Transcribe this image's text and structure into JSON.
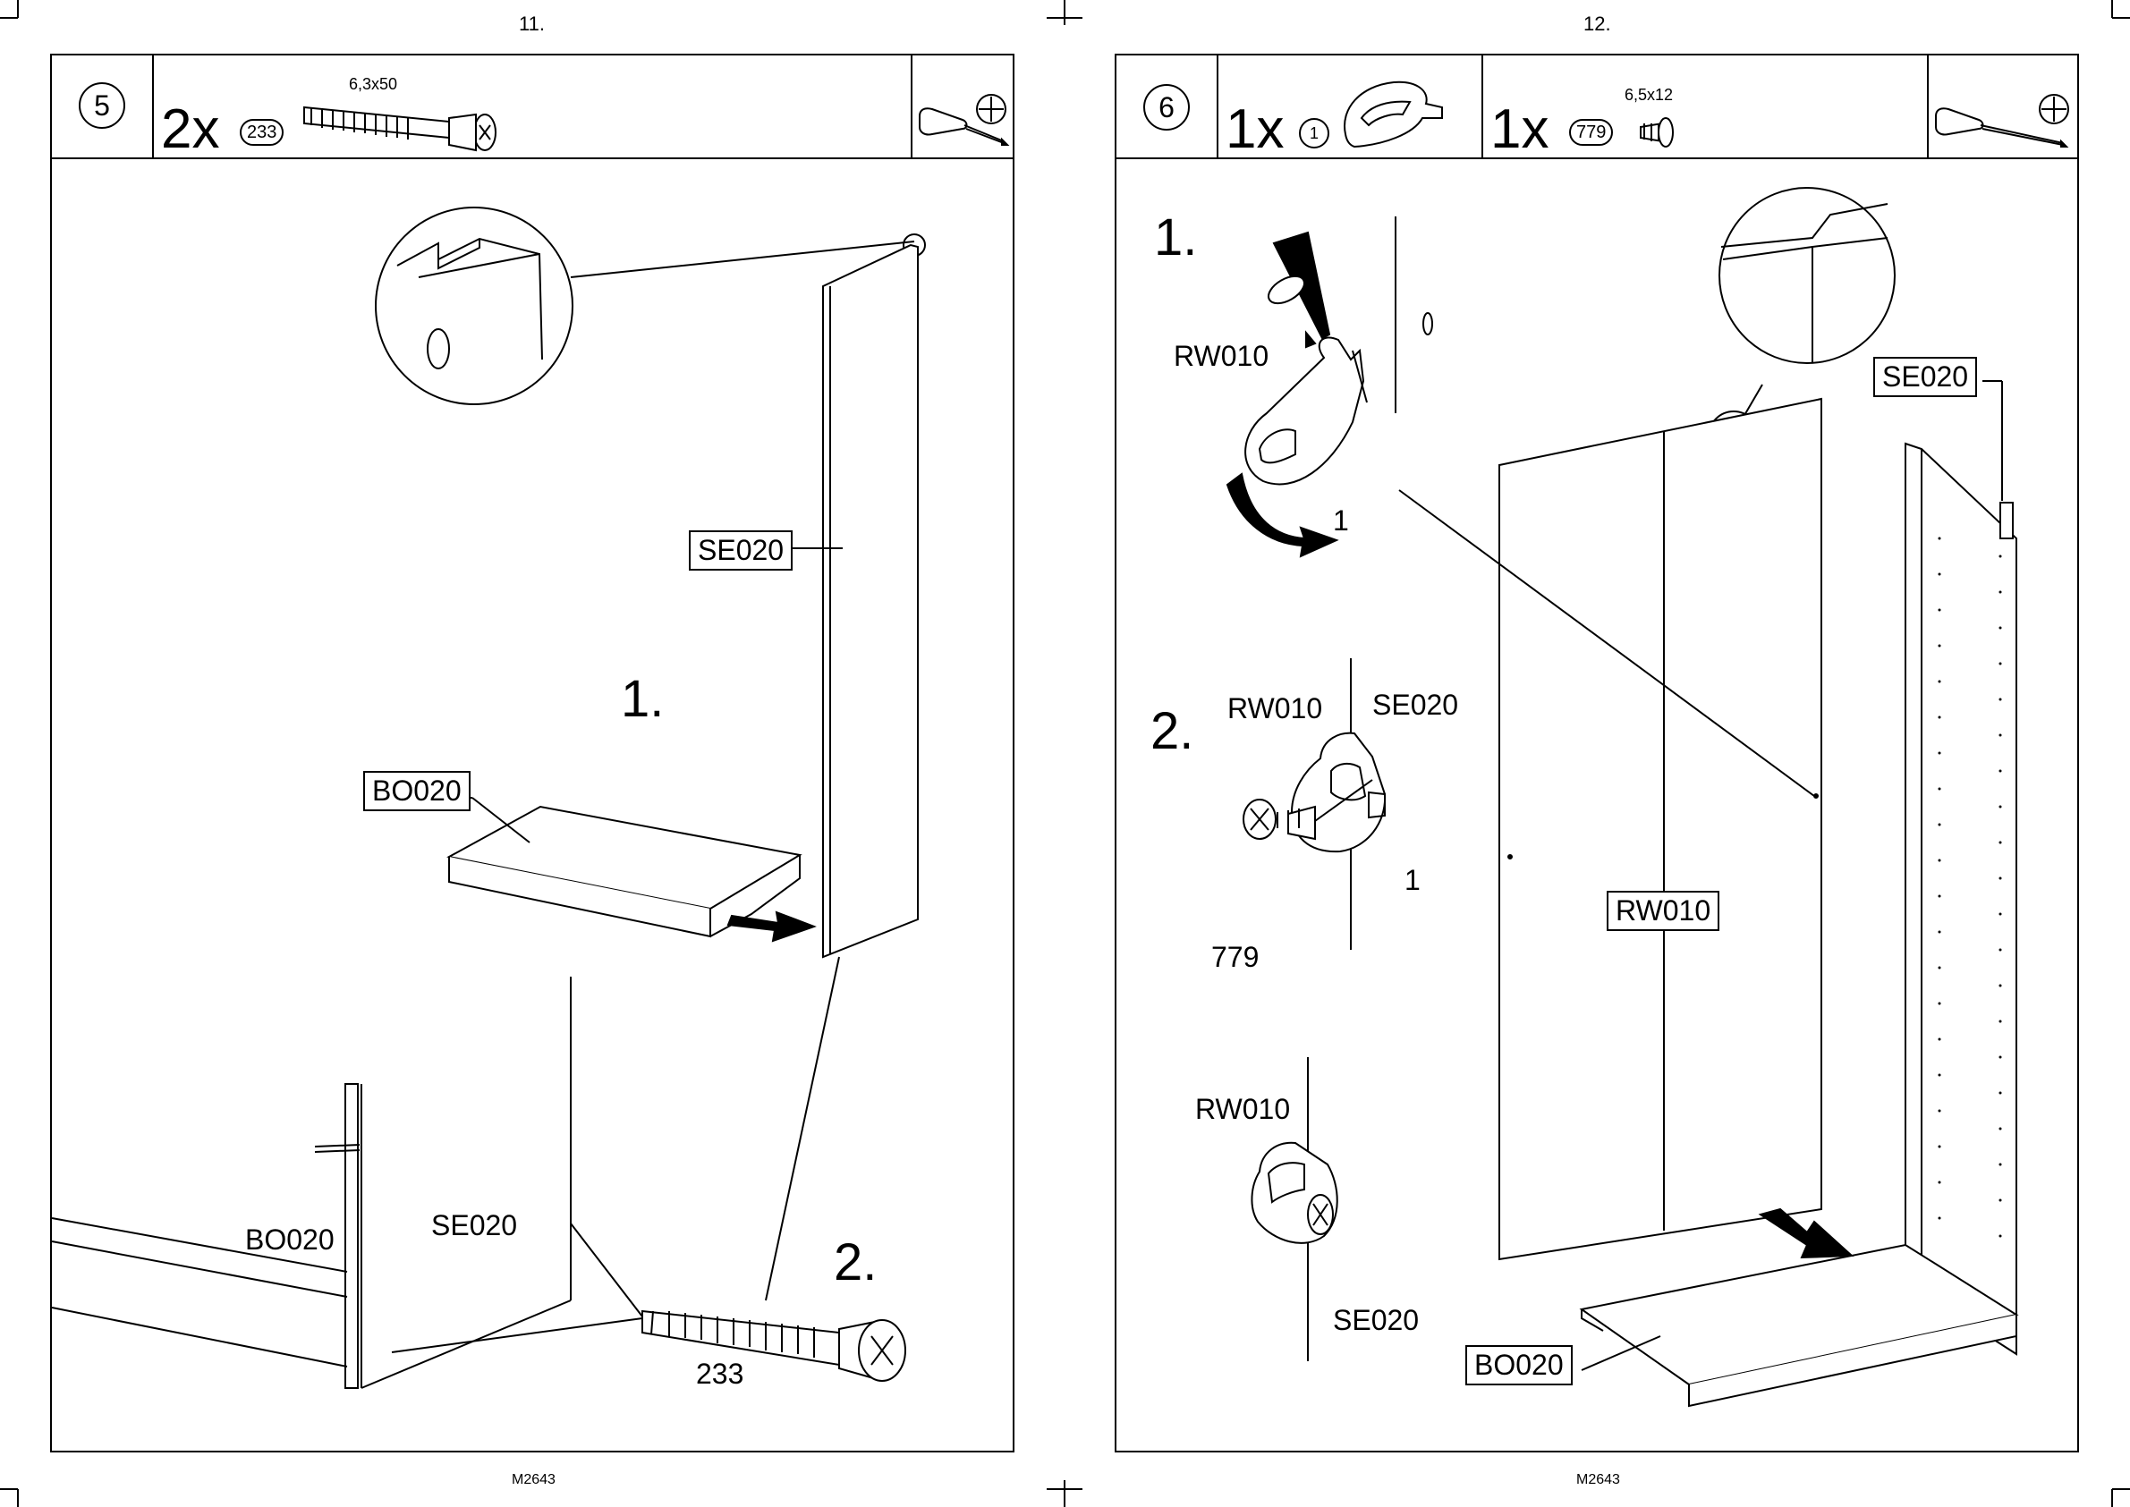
{
  "pages": [
    {
      "page_number": "11.",
      "footer": "M2643",
      "step": {
        "number": "5",
        "parts": [
          {
            "qty": "2x",
            "part_no": "233",
            "dimension": "6,3x50"
          }
        ]
      },
      "sub_steps": [
        "1.",
        "2."
      ],
      "labels": {
        "se020_box": "SE020",
        "bo020_box": "BO020",
        "bo020": "BO020",
        "se020": "SE020",
        "screw_233": "233"
      }
    },
    {
      "page_number": "12.",
      "footer": "M2643",
      "step": {
        "number": "6",
        "parts": [
          {
            "qty": "1x",
            "part_no": "1"
          },
          {
            "qty": "1x",
            "part_no": "779",
            "dimension": "6,5x12"
          }
        ]
      },
      "sub_steps": [
        "1.",
        "2."
      ],
      "labels": {
        "rw010_a": "RW010",
        "cam_1_a": "1",
        "rw010_b": "RW010",
        "se020_b": "SE020",
        "cam_1_b": "1",
        "screw_779": "779",
        "rw010_c": "RW010",
        "se020_c": "SE020",
        "se020_box": "SE020",
        "rw010_box": "RW010",
        "bo020_box": "BO020"
      }
    }
  ],
  "icons": {
    "screwdriver": "screwdriver-icon",
    "phillips": "phillips-head-icon",
    "screw": "screw-icon",
    "cam_lock": "cam-lock-icon",
    "arrow": "arrow-icon"
  }
}
